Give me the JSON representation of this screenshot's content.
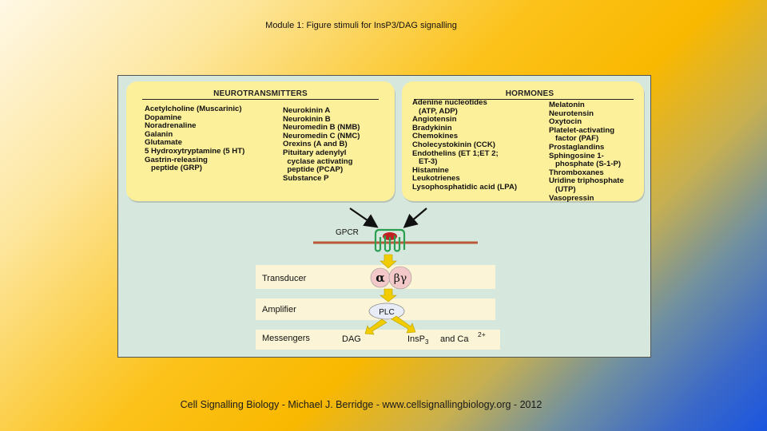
{
  "title": "Module 1: Figure stimuli for InsP3/DAG signalling",
  "footer": "Cell Signalling Biology - Michael J. Berridge - www.cellsignallingbiology.org - 2012",
  "figure": {
    "neurotransmitters": {
      "title": "NEUROTRANSMITTERS",
      "col1": [
        "Acetylcholine (Muscarinic)",
        "Dopamine",
        "Noradrenaline",
        "Galanin",
        "Glutamate",
        "5 Hydroxytryptamine (5 HT)",
        "Gastrin-releasing",
        "   peptide (GRP)"
      ],
      "col2": [
        "Neurokinin A",
        "Neurokinin B",
        "Neuromedin B (NMB)",
        "Neuromedin C (NMC)",
        "Orexins (A and B)",
        "Pituitary adenylyl",
        "  cyclase activating",
        "  peptide (PCAP)",
        "Substance P"
      ]
    },
    "hormones": {
      "title": "HORMONES",
      "col1": [
        "Adenine nucleotides",
        "   (ATP, ADP)",
        "Angiotensin",
        "Bradykinin",
        "Chemokines",
        "Cholecystokinin (CCK)",
        "Endothelins (ET 1;ET 2;",
        "   ET-3)",
        "Histamine",
        "Leukotrienes",
        "Lysophosphatidic acid (LPA)"
      ],
      "col2": [
        "Melatonin",
        "Neurotensin",
        "Oxytocin",
        "Platelet-activating",
        "   factor (PAF)",
        "Prostaglandins",
        "Sphingosine 1-",
        "   phosphate (S-1-P)",
        "Thromboxanes",
        "Uridine triphosphate",
        "   (UTP)",
        "Vasopressin"
      ]
    },
    "gpcr_label": "GPCR",
    "rows": [
      {
        "label": "Transducer"
      },
      {
        "label": "Amplifier"
      },
      {
        "label": "Messengers"
      }
    ],
    "g_alpha": "α",
    "g_betagamma": "βγ",
    "plc": "PLC",
    "dag": "DAG",
    "insp": "InsP",
    "insp_sub": "3",
    "and_ca": "and Ca",
    "ca_sup": "2+",
    "colors": {
      "box": "#fdf09a",
      "figure_bg": "#d6e7dd",
      "membrane": "#b85a3a",
      "receptor": "#2aa050",
      "arrow": "#f0cc00",
      "ligand": "#c02020"
    }
  }
}
